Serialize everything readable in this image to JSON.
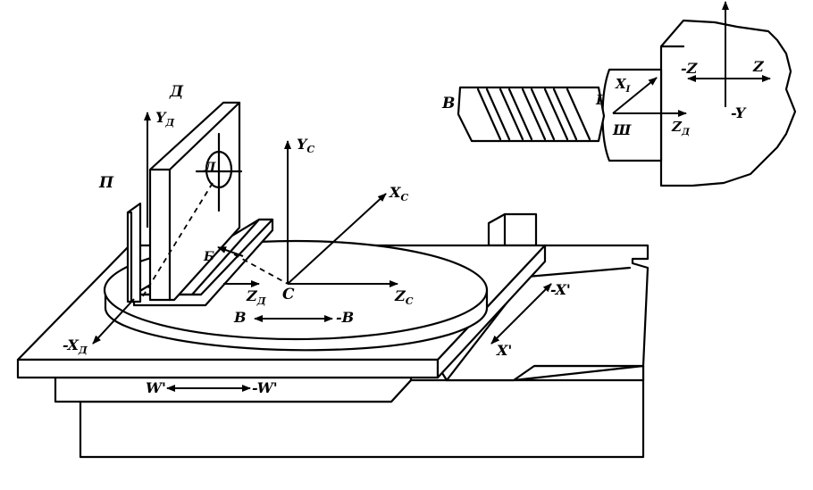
{
  "labels": {
    "fixture": "Д",
    "fixture_y": "Y",
    "fixture_y_sub": "Д",
    "fixture_x": "-X",
    "fixture_x_sub": "Д",
    "fixture_z": "Z",
    "fixture_z_sub": "Д",
    "part": "П",
    "hole": "Л",
    "base_b": "Б",
    "center": "C",
    "table_y": "Y",
    "table_y_sub": "C",
    "table_x": "X",
    "table_x_sub": "C",
    "table_z": "Z",
    "table_z_sub": "C",
    "rot_b": "B",
    "rot_neg_b": "-B",
    "slide_x_neg": "-X'",
    "slide_x": "X'",
    "travel_w": "W'",
    "travel_neg_w": "-W'",
    "tool_b": "B",
    "tool_i": "I",
    "tool_x": "X",
    "tool_x_sub": "I",
    "tool_z": "Z",
    "tool_z_sub": "Д",
    "spindle": "Ш",
    "head_neg_z": "-Z",
    "head_z": "Z",
    "head_neg_y": "-Y"
  }
}
